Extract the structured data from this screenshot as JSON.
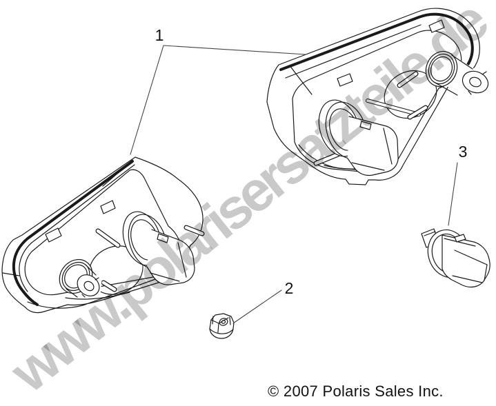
{
  "diagram": {
    "callouts": [
      {
        "ref": "1"
      },
      {
        "ref": "2"
      },
      {
        "ref": "3"
      }
    ],
    "copyright": "© 2007 Polaris Sales Inc.",
    "watermark": "www.polarisersatzteile.de",
    "colors": {
      "line": "#1a1a1a",
      "leader": "#444444",
      "label": "#111111",
      "watermark": "#c9c9c9",
      "background": "#ffffff"
    }
  }
}
